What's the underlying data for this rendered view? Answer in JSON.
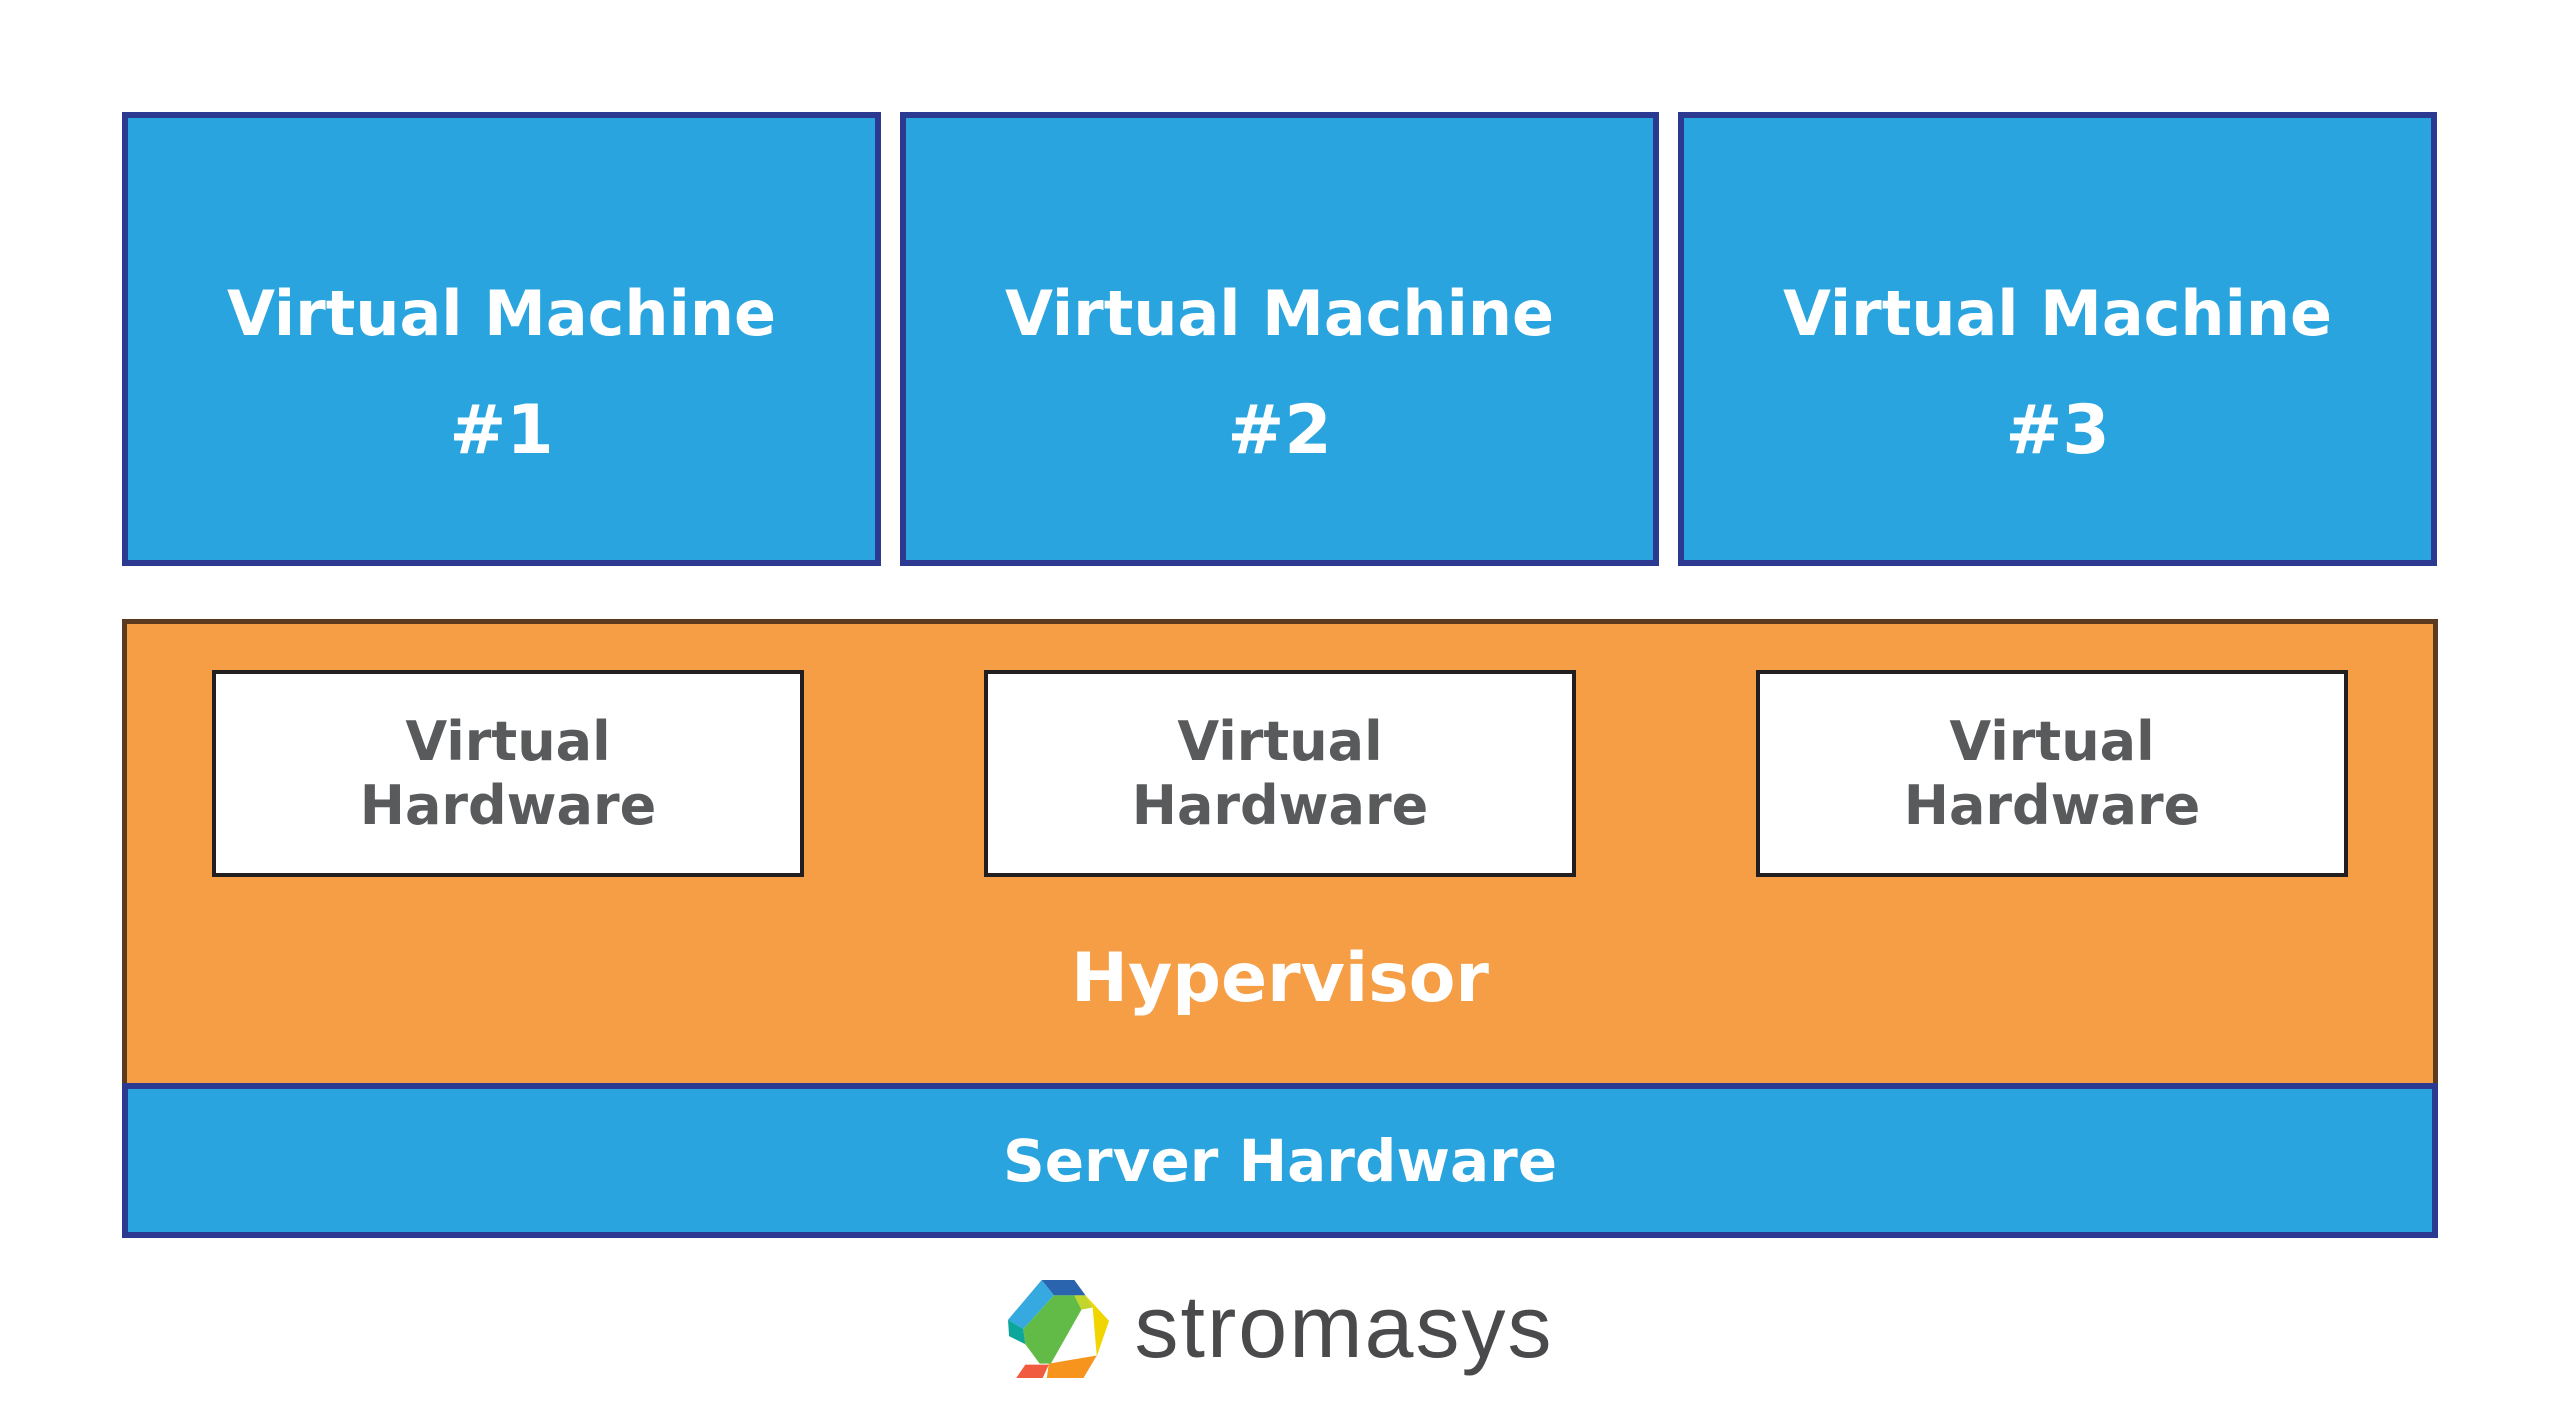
{
  "vm_boxes": [
    {
      "label": "Virtual Machine",
      "number": "#1"
    },
    {
      "label": "Virtual Machine",
      "number": "#2"
    },
    {
      "label": "Virtual Machine",
      "number": "#3"
    }
  ],
  "hypervisor": {
    "label": "Hypervisor",
    "virtual_hardware_boxes": [
      {
        "line1": "Virtual",
        "line2": "Hardware"
      },
      {
        "line1": "Virtual",
        "line2": "Hardware"
      },
      {
        "line1": "Virtual",
        "line2": "Hardware"
      }
    ]
  },
  "server_bar": {
    "label": "Server Hardware"
  },
  "footer": {
    "brand": "stromasys"
  },
  "colors": {
    "background": "#FFFFFF",
    "vm_fill": "#2AA4DE",
    "vm_border": "#2B3990",
    "box_text": "#FFFFFF",
    "hypervisor_fill": "#F59E45",
    "hypervisor_border": "#5C3A1E",
    "hardware_box_fill": "#FFFFFF",
    "hardware_box_border": "#231F20",
    "hardware_text": "#595A5C",
    "brand_text": "#4A4A4C",
    "logo": {
      "dark_blue": "#2A63AE",
      "light_blue": "#36A9E1",
      "teal": "#0DA69A",
      "green": "#62BB46",
      "yellow_green": "#C2D52C",
      "yellow": "#F0D500",
      "orange": "#F7941D",
      "red_orange": "#F15B40"
    }
  }
}
